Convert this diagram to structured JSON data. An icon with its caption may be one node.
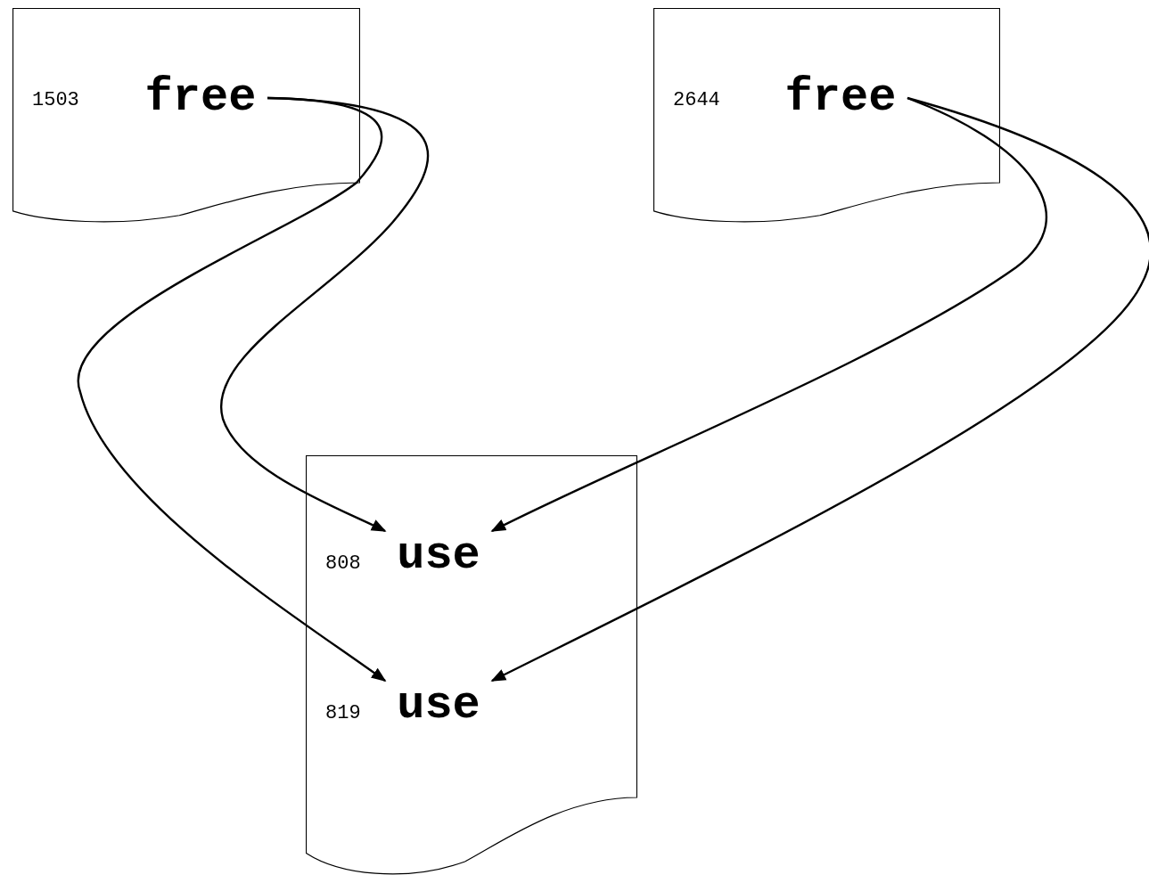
{
  "diagram": {
    "nodes": [
      {
        "text": [],
        "shape": "document"
      },
      {
        "text": [
          "free"
        ],
        "in": 0,
        "beside": [
          "1503"
        ]
      },
      {
        "text": [],
        "shape": "document"
      },
      {
        "text": [
          "free"
        ],
        "in": 2,
        "beside": [
          "2644"
        ]
      },
      {
        "text": [],
        "shape": "document"
      },
      {
        "text": [
          "use"
        ],
        "in": 4,
        "beside": [
          "808"
        ]
      },
      {
        "text": [
          "use"
        ],
        "in": 4,
        "beside": [
          "819"
        ]
      }
    ],
    "edges": [
      {
        "from": 1,
        "to": 5,
        "arrow": "to"
      },
      {
        "from": 1,
        "to": 6,
        "arrow": "to"
      },
      {
        "from": 3,
        "to": 5,
        "arrow": "to"
      },
      {
        "from": 3,
        "to": 6,
        "arrow": "to"
      }
    ]
  }
}
